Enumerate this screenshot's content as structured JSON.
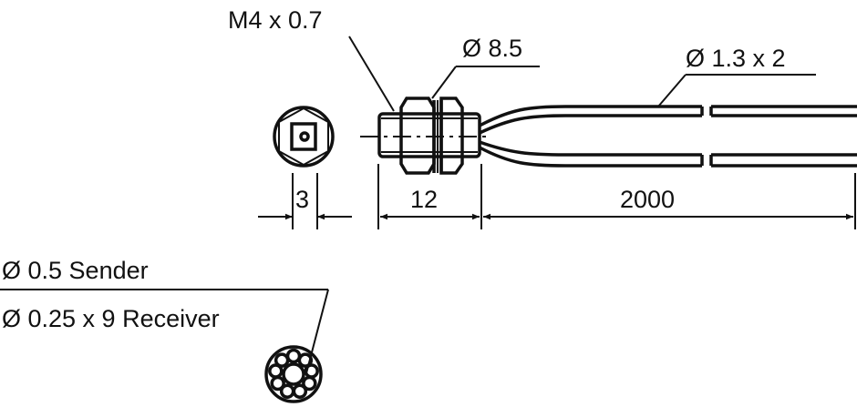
{
  "labels": {
    "thread": "M4 x 0.7",
    "nut_diameter": "Ø 8.5",
    "cable": "Ø 1.3 x 2",
    "dim_end": "3",
    "dim_body": "12",
    "dim_cable": "2000",
    "sender": "Ø 0.5 Sender",
    "receiver": "Ø 0.25 x 9 Receiver"
  },
  "colors": {
    "line": "#111111",
    "background": "#ffffff"
  }
}
